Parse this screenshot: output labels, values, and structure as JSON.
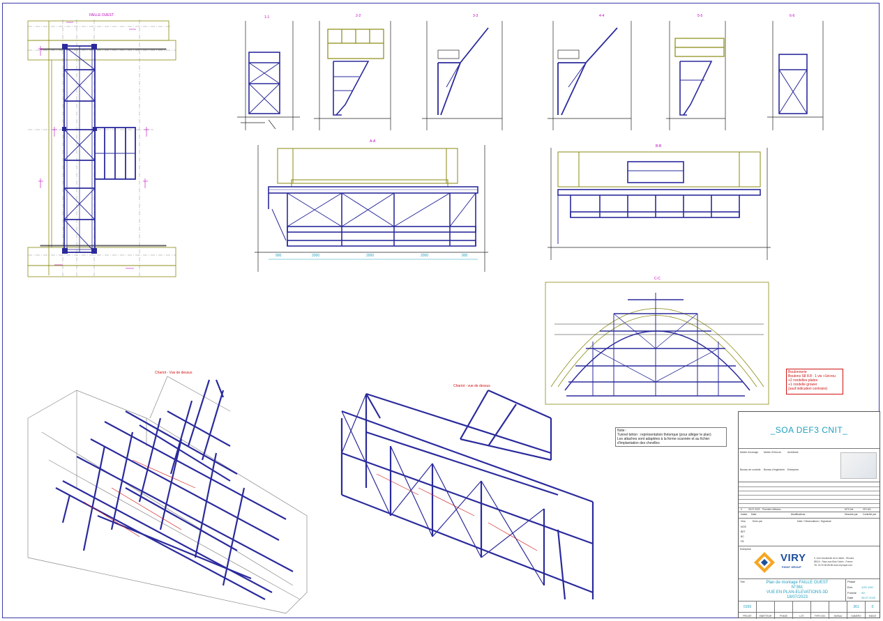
{
  "views": {
    "plan_label": "FAILLE OUEST",
    "section_labels": [
      "1-1",
      "2-2",
      "3-3",
      "4-4",
      "5-5",
      "6-6",
      "A-A",
      "B-B",
      "C-C"
    ]
  },
  "captions": {
    "left_3d": "Chariot - Vue de dessus",
    "right_3d": "Chariot - vue de dessus"
  },
  "dimensions": [
    "900",
    "2000",
    "2000",
    "2000",
    "900"
  ],
  "boulonnerie": {
    "title": "Boulonnerie",
    "lines": [
      "Boulons S8 8.8 : 1 vis +1écrou",
      "+2 rondelles plates",
      "+1 rondelle grower",
      "(sauf indication contraire)"
    ]
  },
  "note": {
    "title": "Note :",
    "lines": [
      "Tunnel béton : représentation théorique (pour alléger le plan)",
      "Les attaches sont adaptées à la forme scannée et au fichier",
      "d'implantation des chevilles"
    ]
  },
  "title_block": {
    "project": "_SOA DEF3 CNIT_",
    "parties": [
      "Maître d'ouvrage",
      "Maître d'Oeuvre",
      "Architecte",
      "Bureau de contrôle",
      "Bureau d'ingénierie",
      "Entreprise"
    ],
    "revision": {
      "first_row": [
        "0",
        "28.07.2023",
        "Première diffusion",
        "MTS.bet",
        "VEY.AD"
      ],
      "headers": [
        "Indice",
        "Date",
        "Modifications",
        "Dessiné par",
        "Contrôlé par"
      ]
    },
    "visa_headers": [
      "Visa",
      "Emis par",
      "Date / Observations / Signature"
    ],
    "visa_rows": [
      "MOE",
      "BET",
      "BC",
      "FB"
    ],
    "company_label": "Entreprise",
    "company": {
      "name": "VIRY",
      "sub": "FAYAT GROUP",
      "address": [
        "9, Voie Industrielle de la Vallée - Rhodes",
        "88110 - Raon-aux-Bois Cedex - France",
        "Tel: 03 29 68 88 88    www.viry.fayat.com"
      ]
    },
    "title_label": "Titre",
    "title_lines": [
      "Plan de montage FAILLE OUEST",
      "N°361",
      "VUE EN PLAN-ELEVATIONS-3D",
      "18/07/2023"
    ],
    "side": {
      "phase_label": "Phase",
      "ech_label": "Ech.",
      "ech_value": "1/20   1/50",
      "format_label": "Format",
      "format_value": "A0",
      "date_label": "Date",
      "date_value": "28.07.2023"
    },
    "code_values": [
      "0159",
      "",
      "",
      "",
      "",
      "",
      "361",
      "0"
    ],
    "code_labels": [
      "PROJET",
      "EMETTEUR",
      "PHASE",
      "LOT",
      "TYPE DOC",
      "NIVEAU",
      "NUMERO",
      "INDICE"
    ]
  }
}
